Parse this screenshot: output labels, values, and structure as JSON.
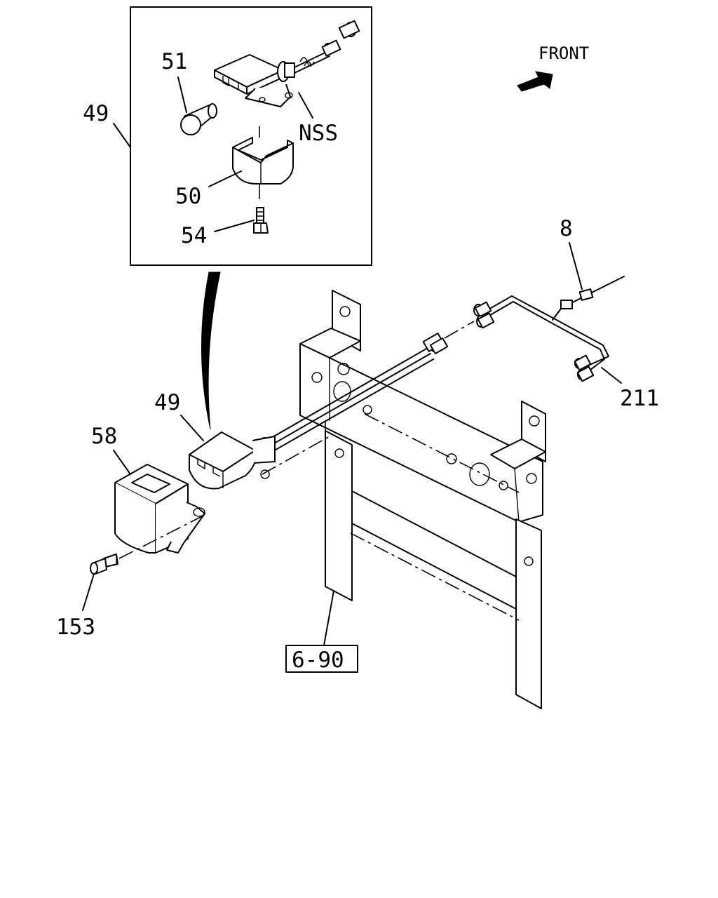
{
  "labels": {
    "front": "FRONT",
    "nss": "NSS",
    "p49_top": "49",
    "p49_mid": "49",
    "p50": "50",
    "p51": "51",
    "p54": "54",
    "p58": "58",
    "p153": "153",
    "p8": "8",
    "p211": "211",
    "ref_690": "6-90"
  },
  "icons": {
    "direction_arrow": "front-arrow-icon"
  }
}
